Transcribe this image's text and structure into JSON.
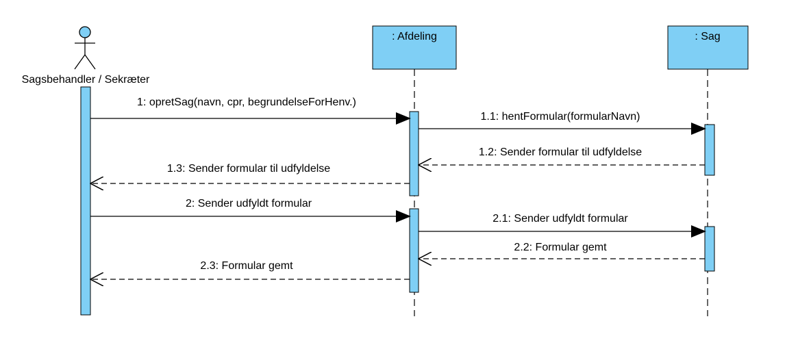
{
  "actor": {
    "name": "Sagsbehandler / Sekræter"
  },
  "lifelines": [
    {
      "id": "afdeling",
      "label": ": Afdeling"
    },
    {
      "id": "sag",
      "label": ": Sag"
    }
  ],
  "messages": [
    {
      "label": "1: opretSag(navn, cpr, begrundelseForHenv.)",
      "from": "actor",
      "to": "afdeling",
      "kind": "sync"
    },
    {
      "label": "1.1: hentFormular(formularNavn)",
      "from": "afdeling",
      "to": "sag",
      "kind": "sync"
    },
    {
      "label": "1.2: Sender formular til udfyldelse",
      "from": "sag",
      "to": "afdeling",
      "kind": "return"
    },
    {
      "label": "1.3: Sender formular til udfyldelse",
      "from": "afdeling",
      "to": "actor",
      "kind": "return"
    },
    {
      "label": "2: Sender udfyldt formular",
      "from": "actor",
      "to": "afdeling",
      "kind": "sync"
    },
    {
      "label": "2.1: Sender udfyldt formular",
      "from": "afdeling",
      "to": "sag",
      "kind": "sync"
    },
    {
      "label": "2.2: Formular gemt",
      "from": "sag",
      "to": "afdeling",
      "kind": "return"
    },
    {
      "label": "2.3: Formular gemt",
      "from": "afdeling",
      "to": "actor",
      "kind": "return"
    }
  ],
  "colors": {
    "fill": "#7fcff5",
    "stroke": "#000000",
    "background": "#ffffff"
  }
}
